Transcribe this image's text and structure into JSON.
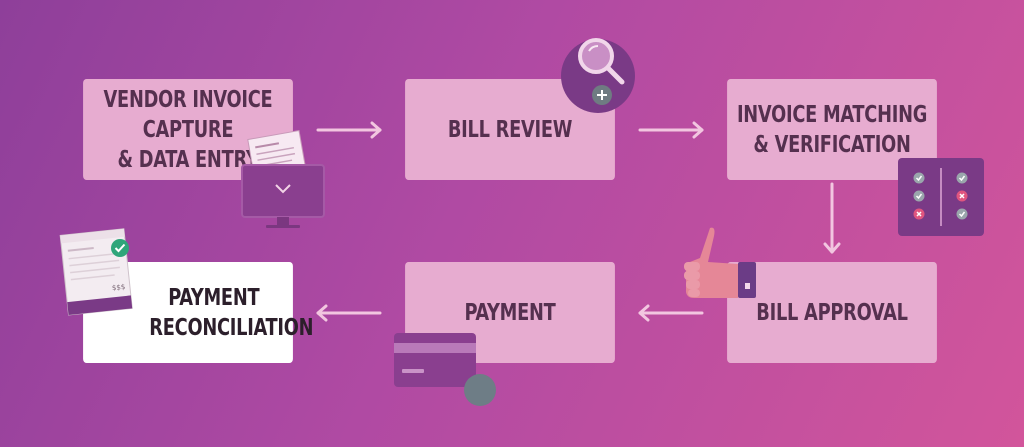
{
  "steps": [
    {
      "label": "Vendor Invoice Capture\n& Data Entry"
    },
    {
      "label": "Bill Review"
    },
    {
      "label": "Invoice Matching\n& Verification"
    },
    {
      "label": "Bill Approval"
    },
    {
      "label": "Payment"
    },
    {
      "label": "Payment Reconciliation"
    }
  ],
  "icons": {
    "receipt_amount": "$$$"
  },
  "colors": {
    "box": "#e7acd0",
    "box_active": "#ffffff",
    "text": "#55304f",
    "arrow": "#f2c6e0",
    "accent_purple": "#7a3a86",
    "check_green": "#2fa57a",
    "cross_pink": "#e0557f"
  }
}
